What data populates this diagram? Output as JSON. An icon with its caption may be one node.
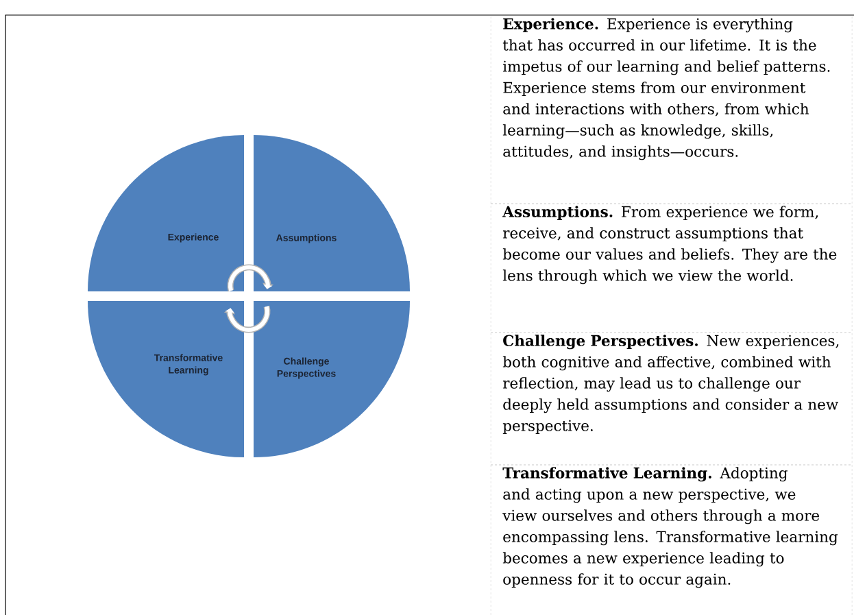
{
  "diagram": {
    "nodes": [
      {
        "text": [
          "Experience"
        ]
      },
      {
        "text": [
          "Assumptions"
        ]
      },
      {
        "text": [
          "Transformative Learning"
        ]
      },
      {
        "text": [
          "Challenge Perspectives"
        ]
      },
      {
        "text": [
          "**Experience.** Experience is everything that has occurred in our lifetime. It is the impetus of our learning and belief patterns. Experience stems from our environment and interactions with others, from which learning—such as knowledge, skills, attitudes, and insights—occurs."
        ]
      },
      {
        "text": [
          "**Assumptions.** From experience we form, receive, and construct assumptions that become our values and beliefs. They are the lens through which we view the world."
        ]
      },
      {
        "text": [
          "**Challenge Perspectives.** New experiences, both cognitive and affective, combined with reflection, may lead us to challenge our deeply held assumptions and consider a new perspective."
        ]
      },
      {
        "text": [
          "**Transformative Learning.** Adopting and acting upon a new perspective, we view ourselves and others through a more encompassing lens. Transformative learning becomes a new experience leading to openness for it to occur again."
        ]
      }
    ],
    "edges": [
      {
        "from": 0,
        "to": 1,
        "arrow": "to"
      },
      {
        "from": 3,
        "to": 2,
        "arrow": "to"
      }
    ]
  }
}
